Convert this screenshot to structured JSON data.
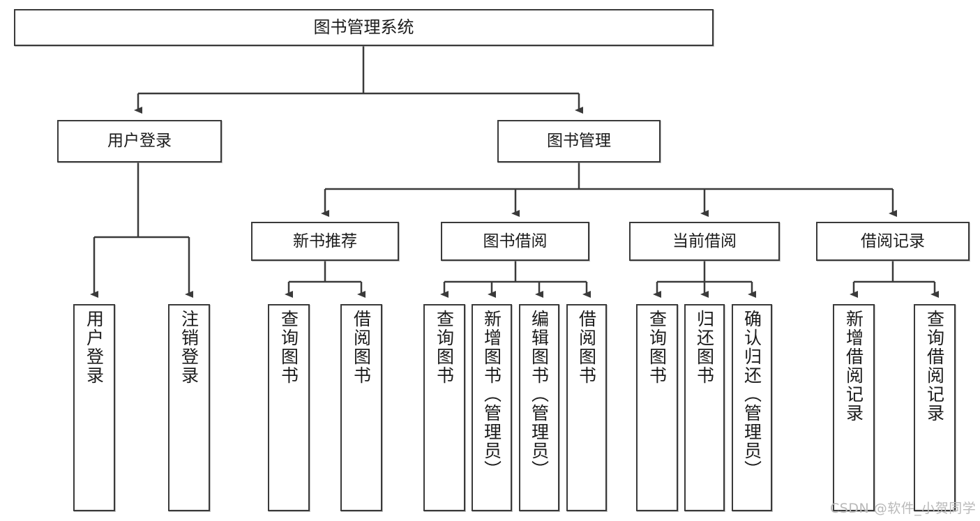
{
  "diagram": {
    "type": "hierarchy-tree",
    "title": "图书管理系统",
    "root": {
      "label": "图书管理系统"
    },
    "level1": [
      {
        "label": "用户登录"
      },
      {
        "label": "图书管理"
      }
    ],
    "level2": [
      {
        "label": "新书推荐"
      },
      {
        "label": "图书借阅"
      },
      {
        "label": "当前借阅"
      },
      {
        "label": "借阅记录"
      }
    ],
    "leaves": {
      "user_login": [
        {
          "label": "用户登录"
        },
        {
          "label": "注销登录"
        }
      ],
      "new_book_recommend": [
        {
          "label": "查询图书"
        },
        {
          "label": "借阅图书"
        }
      ],
      "book_borrow": [
        {
          "label": "查询图书"
        },
        {
          "label": "新增图书（管理员）"
        },
        {
          "label": "编辑图书（管理员）"
        },
        {
          "label": "借阅图书"
        }
      ],
      "current_borrow": [
        {
          "label": "查询图书"
        },
        {
          "label": "归还图书"
        },
        {
          "label": "确认归还（管理员）"
        }
      ],
      "borrow_record": [
        {
          "label": "新增借阅记录"
        },
        {
          "label": "查询借阅记录"
        }
      ]
    }
  },
  "watermark": {
    "text": "CSDN @软件_小贺同学"
  },
  "colors": {
    "stroke": "#3a3a3a",
    "fill": "#ffffff",
    "text": "#1b1b1b",
    "watermark": "#b9b9b9"
  }
}
